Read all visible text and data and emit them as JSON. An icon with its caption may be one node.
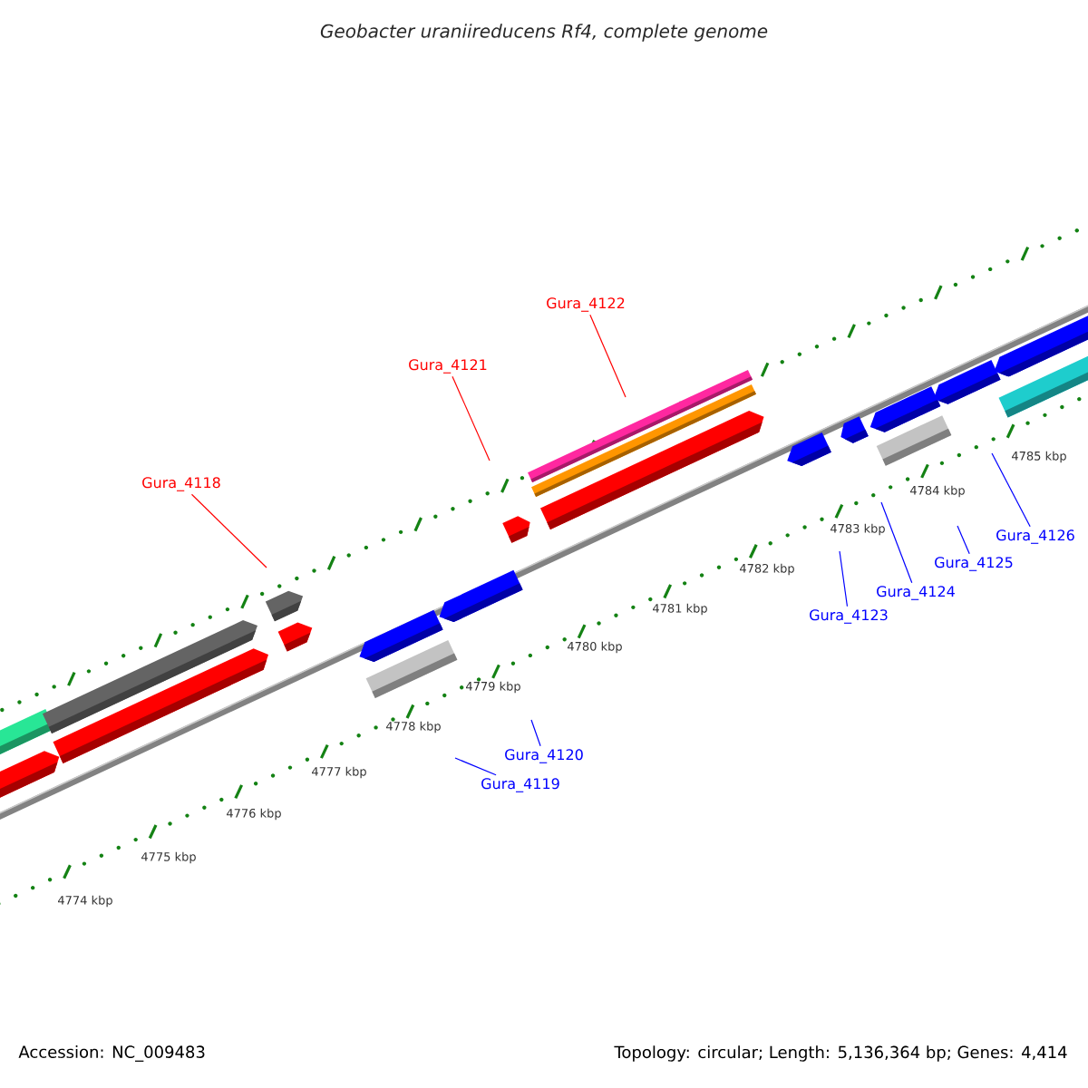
{
  "diagram": {
    "title": "Geobacter uraniireducens Rf4, complete genome",
    "nodes": [
      {
        "text": [
          "Gura_4118"
        ]
      },
      {
        "text": [
          "Gura_4121"
        ]
      },
      {
        "text": [
          "Gura_4122"
        ]
      },
      {
        "text": [
          "Gura_4119"
        ]
      },
      {
        "text": [
          "Gura_4120"
        ]
      },
      {
        "text": [
          "Gura_4123"
        ]
      },
      {
        "text": [
          "Gura_4124"
        ]
      },
      {
        "text": [
          "Gura_4125"
        ]
      },
      {
        "text": [
          "Gura_4126"
        ]
      }
    ],
    "edges": [
      {
        "from": 0,
        "to": null,
        "arrow": "none",
        "color": "#ff0000"
      },
      {
        "from": 1,
        "to": null,
        "arrow": "none",
        "color": "#ff0000"
      },
      {
        "from": 2,
        "to": null,
        "arrow": "none",
        "color": "#ff0000"
      },
      {
        "from": 3,
        "to": null,
        "arrow": "none",
        "color": "#0000ff"
      },
      {
        "from": 4,
        "to": null,
        "arrow": "none",
        "color": "#0000ff"
      },
      {
        "from": 5,
        "to": null,
        "arrow": "none",
        "color": "#0000ff"
      },
      {
        "from": 6,
        "to": null,
        "arrow": "none",
        "color": "#0000ff"
      },
      {
        "from": 7,
        "to": null,
        "arrow": "none",
        "color": "#0000ff"
      },
      {
        "from": 8,
        "to": null,
        "arrow": "none",
        "color": "#0000ff"
      }
    ],
    "labels": [
      "4774 kbp",
      "4775 kbp",
      "4776 kbp",
      "4777 kbp",
      "4778 kbp",
      "4779 kbp",
      "4780 kbp",
      "4781 kbp",
      "4782 kbp",
      "4783 kbp",
      "4784 kbp",
      "4785 kbp",
      "Accession: NC_009483",
      "Topology: circular; Length: 5,136,364 bp; Genes: 4,414"
    ]
  }
}
